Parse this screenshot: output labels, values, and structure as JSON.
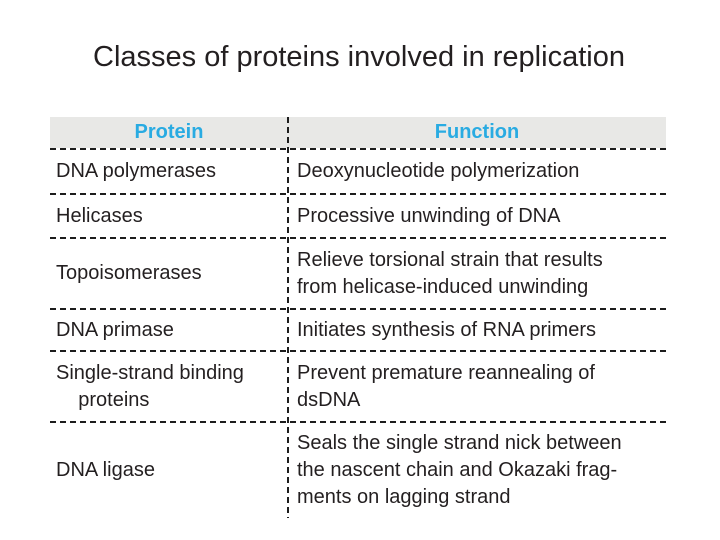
{
  "title": "Classes of proteins involved in replication",
  "colors": {
    "background": "#ffffff",
    "header_background": "#e8e8e6",
    "header_text": "#29abe2",
    "body_text": "#231f20",
    "divider": "#1c1c1c"
  },
  "table": {
    "headers": [
      "Protein",
      "Function"
    ],
    "rows": [
      {
        "protein": "DNA polymerases",
        "function": "Deoxynucleotide polymerization"
      },
      {
        "protein": "Helicases",
        "function": "Processive unwinding of DNA"
      },
      {
        "protein": "Topoisomerases",
        "function": "Relieve torsional strain that results\nfrom helicase-induced unwinding"
      },
      {
        "protein": "DNA primase",
        "function": "Initiates synthesis of RNA primers"
      },
      {
        "protein": "Single-strand binding\n    proteins",
        "function": "Prevent premature reannealing of\ndsDNA"
      },
      {
        "protein": "DNA ligase",
        "function": "Seals the single strand nick between\nthe nascent chain and Okazaki frag-\nments on lagging strand"
      }
    ]
  }
}
